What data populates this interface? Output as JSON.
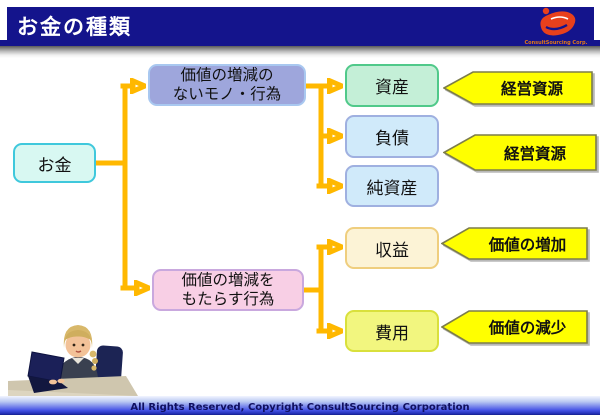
{
  "header": {
    "title": "お金の種類",
    "logo_company": "ConsultSourcing Corp."
  },
  "diagram": {
    "root": {
      "label": "お金"
    },
    "branches": [
      {
        "line1": "価値の増減の",
        "line2": "ないモノ・行為"
      },
      {
        "line1": "価値の増減を",
        "line2": "もたらす行為"
      }
    ],
    "items": [
      {
        "label": "資産"
      },
      {
        "label": "負債"
      },
      {
        "label": "純資産"
      },
      {
        "label": "収益"
      },
      {
        "label": "費用"
      }
    ],
    "callouts": [
      {
        "label": "経営資源"
      },
      {
        "label": "経営資源"
      },
      {
        "label": "価値の増加"
      },
      {
        "label": "価値の減少"
      }
    ]
  },
  "footer": {
    "copyright": "All Rights Reserved, Copyright  ConsultSourcing Corporation"
  },
  "colors": {
    "header_navy": "#14148C",
    "arrow_orange": "#FFB800",
    "callout_yellow": "#FFFF00",
    "callout_border": "#7d7d4a",
    "root_fill": "#D8F8F2",
    "branch_no_change_fill": "#9EA6DC",
    "branch_change_fill": "#F8CFE5",
    "asset_fill": "#C4EFD7",
    "liability_fill": "#D0EAFA",
    "revenue_fill": "#FCF3D6",
    "expense_fill": "#F2F67F",
    "logo_red": "#E8401C",
    "logo_text_orange": "#E07818"
  }
}
